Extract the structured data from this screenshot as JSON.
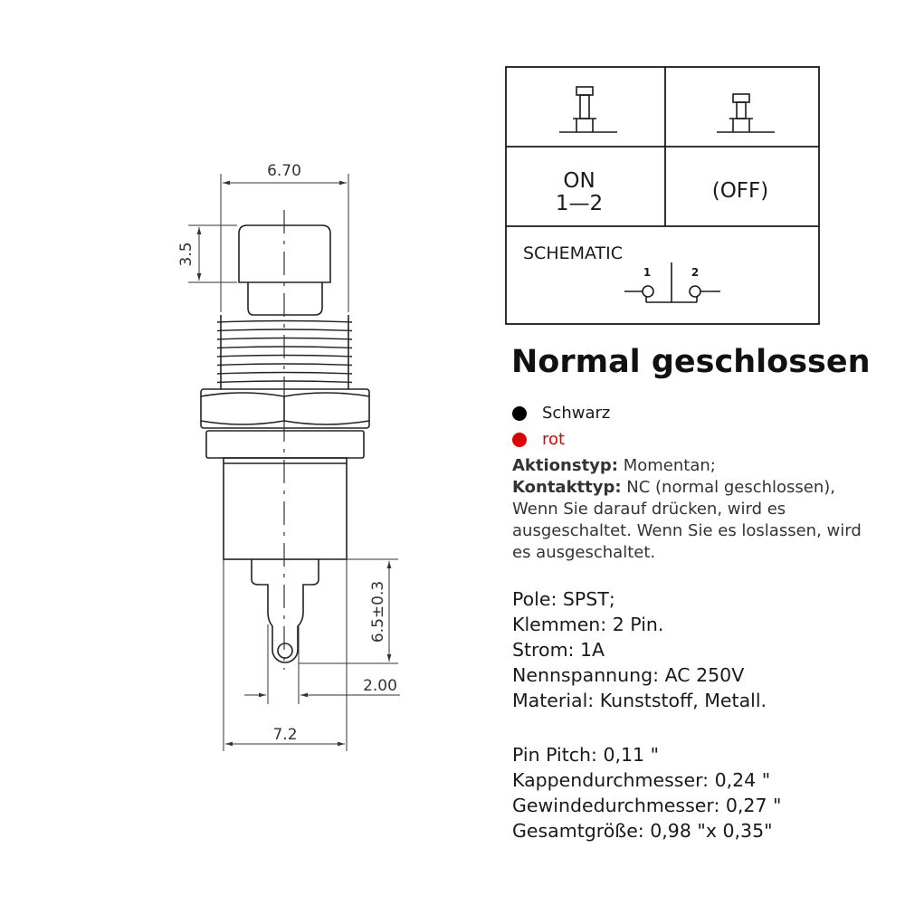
{
  "drawing": {
    "dim_top_width": "6.70",
    "dim_cap_height": "3.5",
    "dim_pin_length": "6.5±0.3",
    "dim_pin_pitch": "2.00",
    "dim_bottom_width": "7.2"
  },
  "table": {
    "state_left_line1": "ON",
    "state_left_line2": "1—2",
    "state_right": "(OFF)",
    "schematic_label": "SCHEMATIC",
    "pin1": "1",
    "pin2": "2"
  },
  "info": {
    "title": "Normal geschlossen",
    "colors": [
      {
        "label": "Schwarz",
        "color": "#000000"
      },
      {
        "label": "rot",
        "color": "#e00000"
      }
    ],
    "action_label": "Aktionstyp:",
    "action_value": " Momentan;",
    "contact_label": "Kontakttyp:",
    "contact_value": " NC (normal geschlossen), Wenn Sie darauf drücken, wird es ausgeschaltet. Wenn Sie es loslassen, wird es ausgeschaltet.",
    "specs": [
      "Pole: SPST;",
      "Klemmen: 2 Pin.",
      "Strom: 1A",
      "Nennspannung: AC 250V",
      "Material: Kunststoff, Metall."
    ],
    "specs2": [
      "Pin Pitch: 0,11 \"",
      "Kappendurchmesser: 0,24 \"",
      "Gewindedurchmesser: 0,27 \"",
      "Gesamtgröße: 0,98 \"x 0,35\""
    ]
  }
}
